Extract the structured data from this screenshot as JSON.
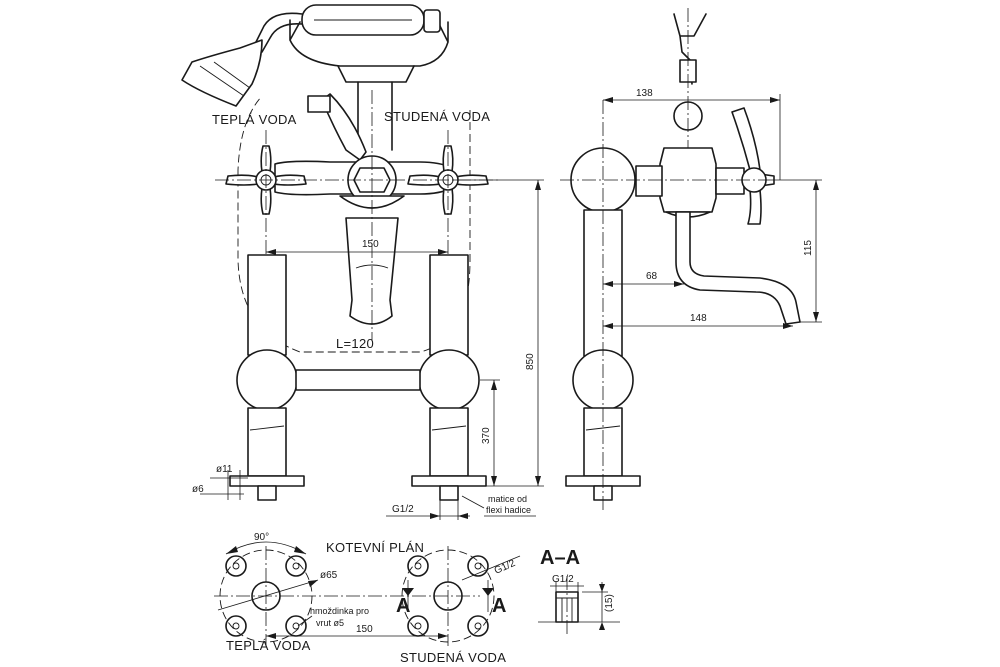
{
  "labels": {
    "hot_water_top": "TEPLÁ VODA",
    "cold_water_top": "STUDENÁ VODA",
    "spout_length": "L=120",
    "anchor_plan": "KOTEVNÍ PLÁN",
    "hot_water_bottom": "TEPLÁ VODA",
    "cold_water_bottom": "STUDENÁ VODA",
    "section_mark_left": "A",
    "section_mark_right": "A",
    "section_title": "A–A",
    "nut_note_line1": "matice od",
    "nut_note_line2": "flexi hadice",
    "dowel_note_line1": "hmoždinka pro",
    "dowel_note_line2": "vrut ø5"
  },
  "dimensions": {
    "handle_spacing": "150",
    "total_height": "850",
    "crossbar_height": "370",
    "d_outer": "ø11",
    "d_inner": "ø6",
    "thread_front": "G1/2",
    "side_width": "138",
    "side_height": "115",
    "spout_inner": "68",
    "spout_reach": "148",
    "angle": "90°",
    "bolt_circle": "ø65",
    "plan_spacing": "150",
    "thread_plan": "G1/2",
    "section_thread": "G1/2",
    "section_depth": "(15)"
  }
}
